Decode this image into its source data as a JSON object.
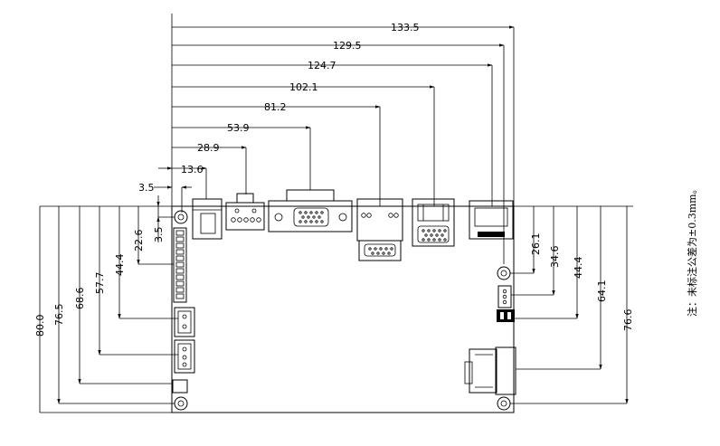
{
  "top_dims": {
    "d1": "133.5",
    "d2": "129.5",
    "d3": "124.7",
    "d4": "102.1",
    "d5": "81.2",
    "d6": "53.9",
    "d7": "28.9",
    "d8": "13.6",
    "d9": "3.5"
  },
  "left_dims": {
    "h1": "80.0",
    "h2": "76.5",
    "h3": "68.6",
    "h4": "57.7",
    "h5": "44.4",
    "h6": "22.6",
    "h7": "3.5"
  },
  "right_dims": {
    "r1": "26.1",
    "r2": "34.6",
    "r3": "44.4",
    "r4": "64.1",
    "r5": "76.6"
  },
  "note": "注：未标注公差为±0.3mm。"
}
